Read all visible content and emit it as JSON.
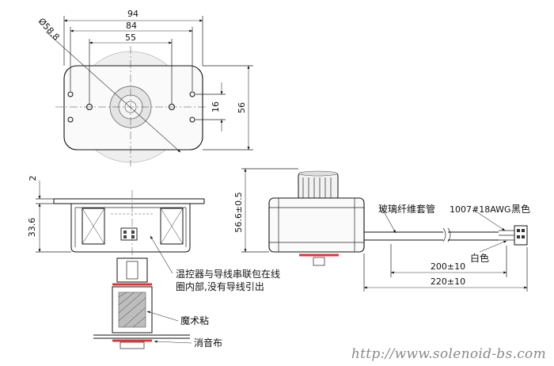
{
  "dimensions": {
    "overall_width": "94",
    "hole_spacing_outer": "84",
    "hole_spacing_inner": "55",
    "diameter": "Ø58.8",
    "hole_vertical_spacing": "16",
    "overall_height": "56",
    "flange_thickness": "2",
    "body_height": "33.6",
    "side_height": "56.6±0.5",
    "lead_length_short": "200±10",
    "lead_length_long": "220±10"
  },
  "labels": {
    "glass_fiber_sleeve": "玻璃纤维套管",
    "wire_spec": "1007#18AWG",
    "black_wire": "黑色",
    "white_wire": "白色",
    "thermostat_note_line1": "温控器与导线串联包在线",
    "thermostat_note_line2": "圈内部,没有导线引出",
    "velcro": "魔术粘",
    "felt": "消音布"
  },
  "watermark": "http://www.solenoid-bs.com"
}
